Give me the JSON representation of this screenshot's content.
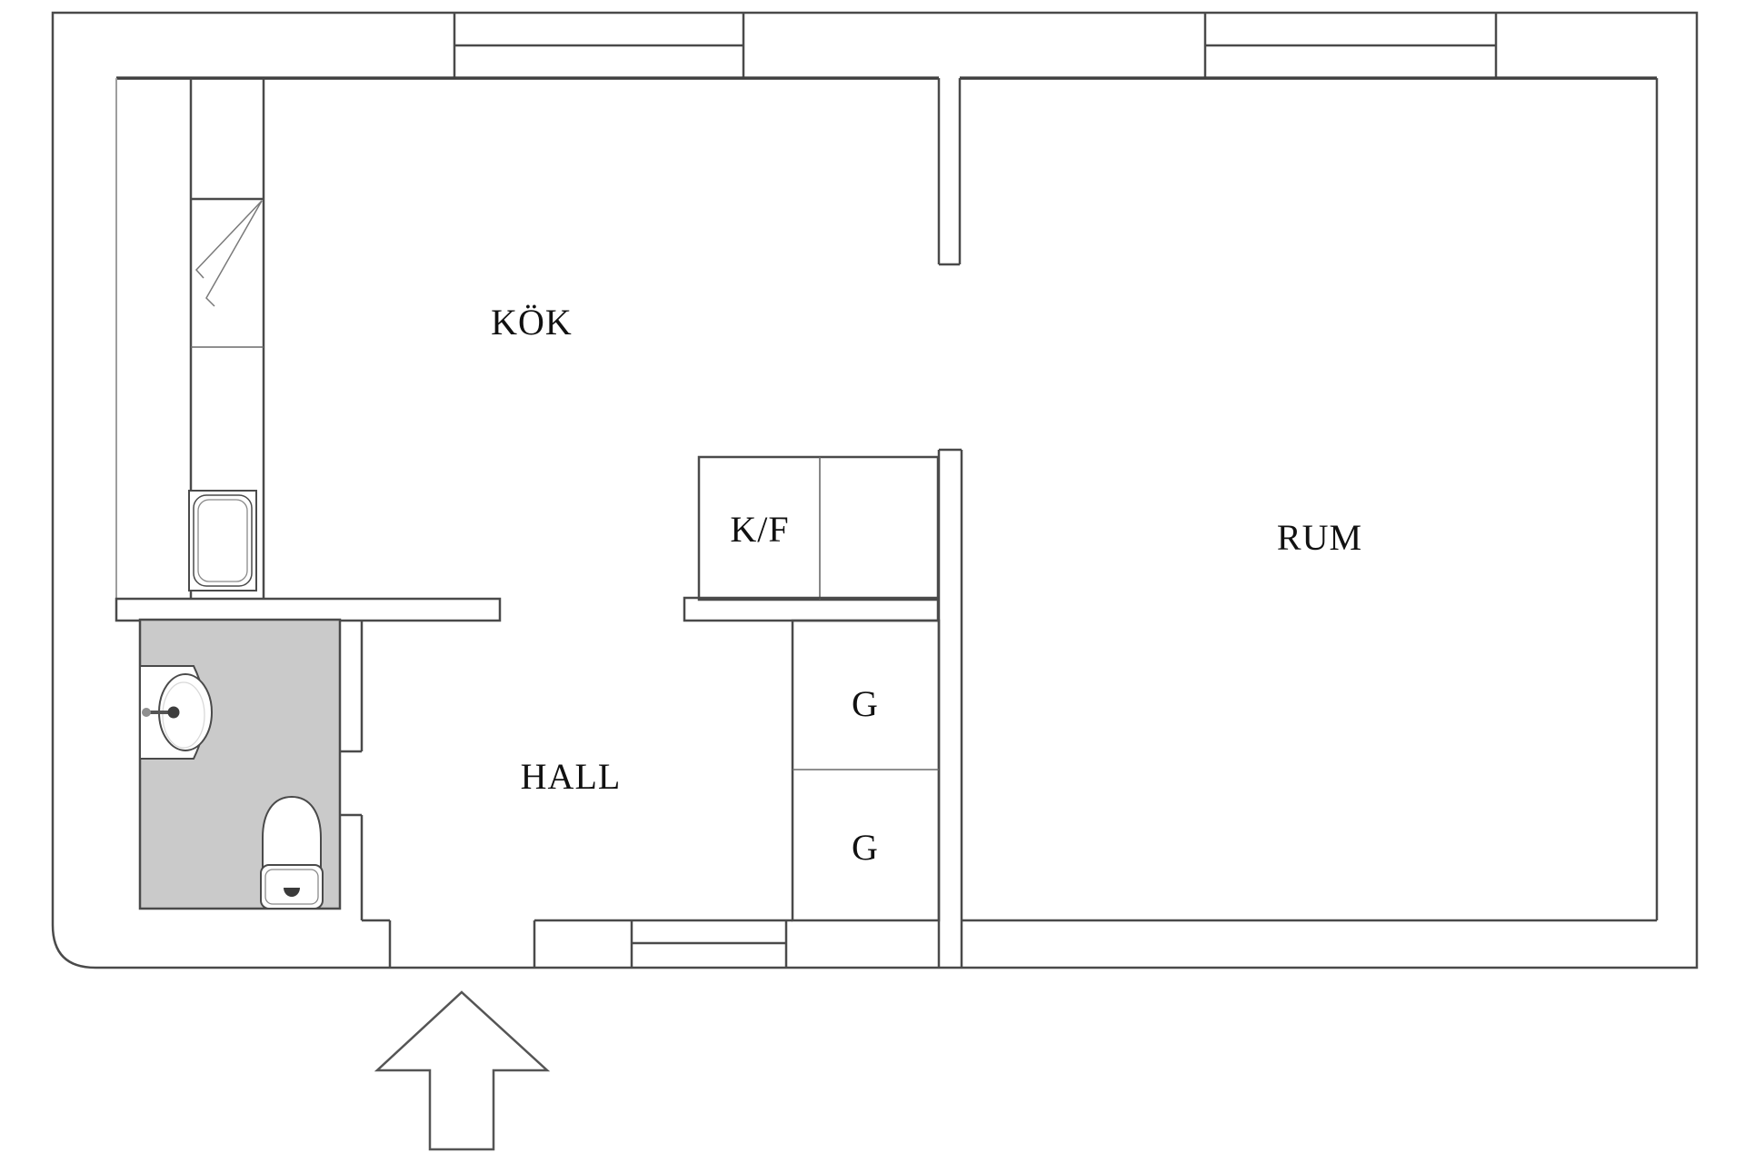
{
  "floorplan": {
    "kind": "apartment floor plan",
    "rooms": {
      "kitchen": {
        "label": "KÖK"
      },
      "main_room": {
        "label": "RUM"
      },
      "hall": {
        "label": "HALL"
      }
    },
    "fixtures": {
      "fridge_freezer": {
        "label": "K/F"
      },
      "wardrobe_top": {
        "label": "G"
      },
      "wardrobe_bottom": {
        "label": "G"
      },
      "icons": [
        "window-icon",
        "window-icon",
        "tall-cabinet-marker-icon",
        "kitchen-sink-icon",
        "bathroom-sink-icon",
        "faucet-icon",
        "toilet-icon",
        "entry-arrow-icon"
      ]
    },
    "colors": {
      "wall_line": "#4a4a4a",
      "thick_wall_line": "#3f3f3f",
      "light_line": "#9e9e9e",
      "bathroom_floor": "#cacaca",
      "label_text": "#111111",
      "background": "#ffffff"
    }
  }
}
